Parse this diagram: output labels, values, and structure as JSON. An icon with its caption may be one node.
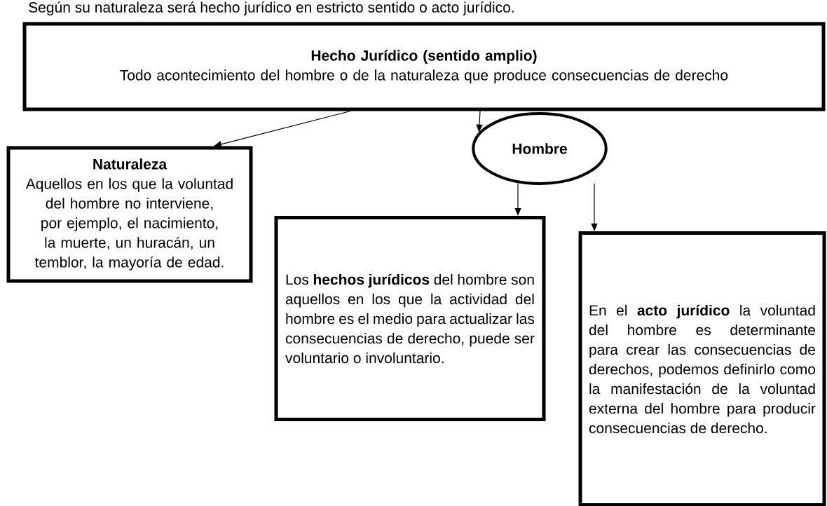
{
  "diagram": {
    "nodes": [
      {
        "text": [
          "Hecho Jurídico (sentido amplio)",
          "Todo acontecimiento del hombre o de la naturaleza que produce consecuencias de derecho"
        ]
      },
      {
        "text": [
          "Naturaleza",
          "Aquellos en los que la voluntad del hombre no interviene, por ejemplo, el nacimiento, la muerte, un huracán, un temblor, la mayoría de edad."
        ]
      },
      {
        "text": [
          "Hombre"
        ]
      },
      {
        "text": [
          "Los **hechos jurídicos** del hombre son aquellos en los que la actividad del hombre es el medio para actualizar las consecuencias de derecho, puede ser voluntario o involuntario."
        ]
      },
      {
        "text": [
          "En el **acto jurídico** la voluntad del hombre es determinante para crear las consecuencias de derechos, podemos definirlo como la manifestación de la voluntad externa del hombre para producir consecuencias de derecho."
        ]
      }
    ],
    "edges": [
      {
        "from": 0,
        "to": 1,
        "arrow": "to"
      },
      {
        "from": 0,
        "to": 2,
        "arrow": "to"
      },
      {
        "from": 2,
        "to": 3,
        "arrow": "to"
      },
      {
        "from": 2,
        "to": 4,
        "arrow": "to"
      }
    ],
    "labels": [
      "Según su naturaleza será hecho jurídico en estricto sentido o acto jurídico."
    ]
  }
}
